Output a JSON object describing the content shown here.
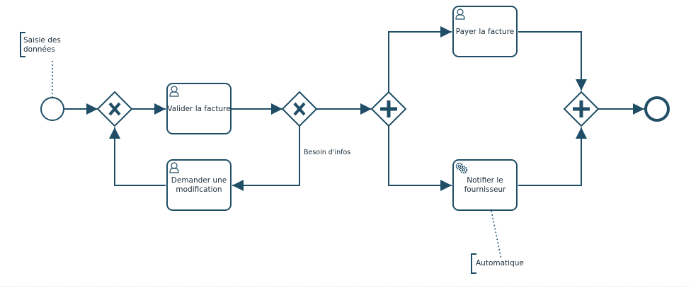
{
  "diagram": {
    "colors": {
      "stroke": "#1f4e66",
      "fill": "#ffffff",
      "text": "#1d2d3a"
    },
    "annotations": {
      "data_entry": [
        "Saisie des",
        "données"
      ],
      "automatic": "Automatique"
    },
    "events": {
      "start": {
        "label": ""
      },
      "end": {
        "label": ""
      }
    },
    "gateways": {
      "xor_merge": {
        "type": "exclusive",
        "icon": "x-marker-icon"
      },
      "xor_split": {
        "type": "exclusive",
        "icon": "x-marker-icon"
      },
      "and_split": {
        "type": "parallel",
        "icon": "plus-marker-icon"
      },
      "and_join": {
        "type": "parallel",
        "icon": "plus-marker-icon"
      }
    },
    "tasks": {
      "validate": {
        "lines": [
          "Valider la facture"
        ],
        "kind": "user",
        "icon": "user-icon"
      },
      "request_change": {
        "lines": [
          "Demander une",
          "modification"
        ],
        "kind": "user",
        "icon": "user-icon"
      },
      "pay": {
        "lines": [
          "Payer la facture"
        ],
        "kind": "user",
        "icon": "user-icon"
      },
      "notify": {
        "lines": [
          "Notifier le",
          "fournisseur"
        ],
        "kind": "service",
        "icon": "gears-icon"
      }
    },
    "flows": {
      "need_info_label": "Besoin d'infos"
    }
  }
}
